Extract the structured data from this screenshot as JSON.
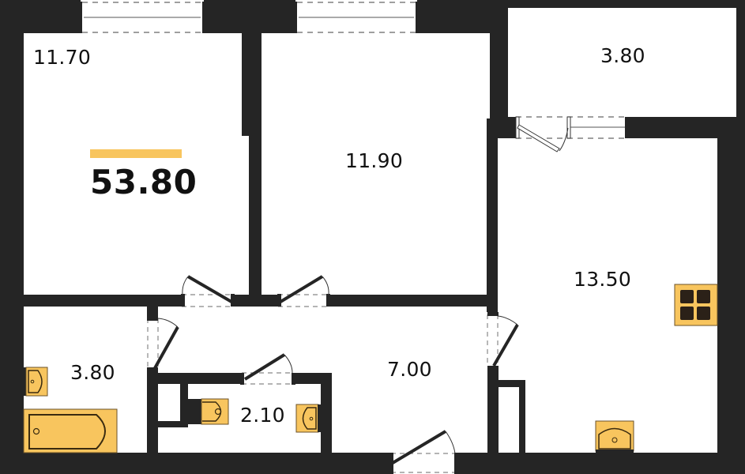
{
  "plan": {
    "total_area": "53.80",
    "accent_color": "#f8c55e",
    "wall_color": "#252525",
    "rooms": [
      {
        "id": "bedroom-1",
        "area": "11.70"
      },
      {
        "id": "bedroom-2",
        "area": "11.90"
      },
      {
        "id": "balcony",
        "area": "3.80"
      },
      {
        "id": "kitchen-living",
        "area": "13.50"
      },
      {
        "id": "hallway",
        "area": "7.00"
      },
      {
        "id": "bathroom",
        "area": "3.80"
      },
      {
        "id": "toilet",
        "area": "2.10"
      }
    ],
    "fixtures": [
      "bathtub-icon",
      "sink-icon",
      "toilet-icon",
      "stove-icon",
      "kitchen-sink-icon"
    ]
  }
}
